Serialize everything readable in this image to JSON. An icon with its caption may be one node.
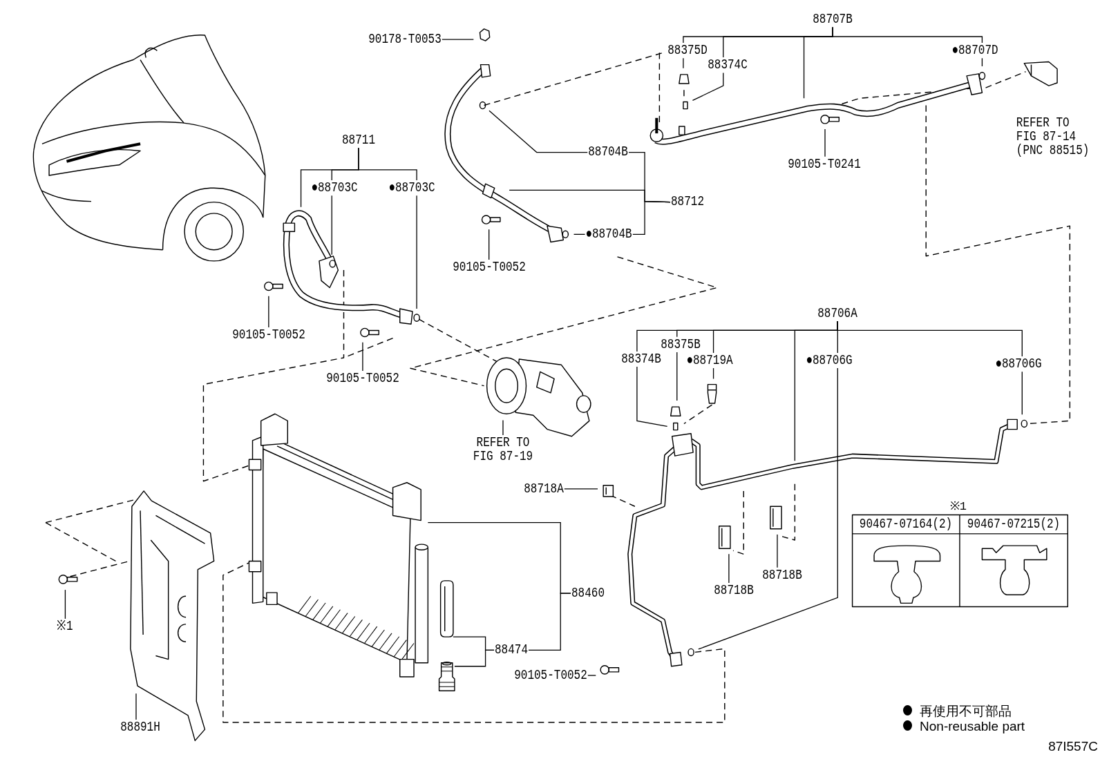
{
  "diagram": {
    "nodes": [
      {
        "text": [
          "90178-T0053"
        ]
      },
      {
        "text": [
          "88707B"
        ]
      },
      {
        "text": [
          "88375D"
        ]
      },
      {
        "text": [
          "88374C"
        ]
      },
      {
        "text": [
          "●88707D"
        ]
      },
      {
        "text": [
          "88711"
        ]
      },
      {
        "text": [
          "●88703C"
        ]
      },
      {
        "text": [
          "●88703C"
        ]
      },
      {
        "text": [
          "88704B"
        ]
      },
      {
        "text": [
          "90105-T0241"
        ]
      },
      {
        "text": [
          "88712"
        ]
      },
      {
        "text": [
          "●88704B"
        ]
      },
      {
        "text": [
          "90105-T0052"
        ]
      },
      {
        "text": [
          "90105-T0052"
        ]
      },
      {
        "text": [
          "90105-T0052"
        ]
      },
      {
        "text": [
          "REFER TO FIG 87-19"
        ]
      },
      {
        "text": [
          "88706A"
        ]
      },
      {
        "text": [
          "88375B"
        ]
      },
      {
        "text": [
          "88374B"
        ]
      },
      {
        "text": [
          "●88719A"
        ]
      },
      {
        "text": [
          "●88706G"
        ]
      },
      {
        "text": [
          "●88706G"
        ]
      },
      {
        "text": [
          "88718A"
        ]
      },
      {
        "text": [
          "88718B"
        ]
      },
      {
        "text": [
          "88718B"
        ]
      },
      {
        "text": [
          "88460"
        ]
      },
      {
        "text": [
          "88474"
        ]
      },
      {
        "text": [
          "90105-T0052"
        ]
      },
      {
        "text": [
          "88891H"
        ]
      },
      {
        "text": [
          "※1"
        ]
      },
      {
        "text": [],
        "shape": "picture"
      },
      {
        "text": [],
        "shape": "picture"
      },
      {
        "text": [],
        "shape": "picture"
      }
    ],
    "edges": [
      {
        "from": 0,
        "to": null,
        "arrow": "none"
      },
      {
        "from": 1,
        "to": 2,
        "arrow": "none"
      },
      {
        "from": 1,
        "to": 3,
        "arrow": "none"
      },
      {
        "from": 1,
        "to": 4,
        "arrow": "none"
      },
      {
        "from": 1,
        "to": null,
        "arrow": "none"
      },
      {
        "from": 2,
        "to": null,
        "arrow": "none"
      },
      {
        "from": 3,
        "to": null,
        "arrow": "none"
      },
      {
        "from": 4,
        "to": null,
        "arrow": "none"
      },
      {
        "from": 5,
        "to": null,
        "arrow": "none"
      },
      {
        "from": 5,
        "to": 6,
        "arrow": "none"
      },
      {
        "from": 5,
        "to": 7,
        "arrow": "none"
      },
      {
        "from": 6,
        "to": null,
        "arrow": "none"
      },
      {
        "from": 7,
        "to": null,
        "arrow": "none"
      },
      {
        "from": 8,
        "to": null,
        "arrow": "none"
      },
      {
        "from": 9,
        "to": null,
        "arrow": "none"
      },
      {
        "from": 10,
        "to": 8,
        "arrow": "none"
      },
      {
        "from": 10,
        "to": 11,
        "arrow": "none"
      },
      {
        "from": 10,
        "to": null,
        "arrow": "none"
      },
      {
        "from": 11,
        "to": null,
        "arrow": "none"
      },
      {
        "from": 12,
        "to": null,
        "arrow": "none"
      },
      {
        "from": 13,
        "to": null,
        "arrow": "none"
      },
      {
        "from": 14,
        "to": null,
        "arrow": "none"
      },
      {
        "from": 15,
        "to": null,
        "arrow": "none"
      },
      {
        "from": 16,
        "to": 17,
        "arrow": "none"
      },
      {
        "from": 16,
        "to": 18,
        "arrow": "none"
      },
      {
        "from": 16,
        "to": 19,
        "arrow": "none"
      },
      {
        "from": 16,
        "to": 20,
        "arrow": "none"
      },
      {
        "from": 16,
        "to": 21,
        "arrow": "none"
      },
      {
        "from": 16,
        "to": null,
        "arrow": "none"
      },
      {
        "from": 17,
        "to": null,
        "arrow": "none"
      },
      {
        "from": 18,
        "to": null,
        "arrow": "none"
      },
      {
        "from": 19,
        "to": null,
        "arrow": "none"
      },
      {
        "from": 20,
        "to": null,
        "arrow": "none"
      },
      {
        "from": 21,
        "to": null,
        "arrow": "none"
      },
      {
        "from": 22,
        "to": null,
        "arrow": "none"
      },
      {
        "from": 23,
        "to": null,
        "arrow": "none"
      },
      {
        "from": 24,
        "to": null,
        "arrow": "none"
      },
      {
        "from": 25,
        "to": 30,
        "arrow": "none"
      },
      {
        "from": 25,
        "to": 26,
        "arrow": "none"
      },
      {
        "from": 26,
        "to": 31,
        "arrow": "none"
      },
      {
        "from": 26,
        "to": 32,
        "arrow": "none"
      },
      {
        "from": 27,
        "to": null,
        "arrow": "none"
      },
      {
        "from": 28,
        "to": null,
        "arrow": "none"
      },
      {
        "from": 29,
        "to": null,
        "arrow": "none"
      }
    ],
    "labels": [
      "REFER TO FIG 87-14 (PNC 88515)",
      "※1",
      "90467-07164(2)",
      "90467-07215(2)",
      "87I557C"
    ],
    "legend": [
      {
        "text": "再使用不可部品"
      },
      {
        "text": "Non-reusable part"
      }
    ]
  }
}
